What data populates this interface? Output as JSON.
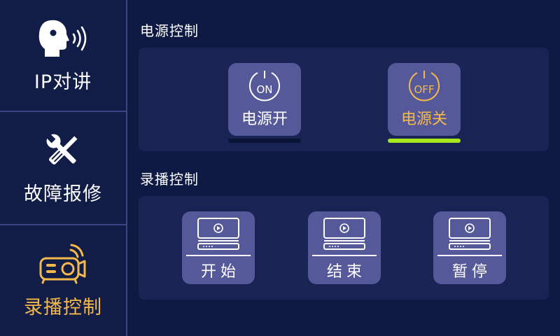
{
  "sidebar": {
    "items": [
      {
        "label": "IP对讲",
        "icon": "speaking-head-icon",
        "active": false
      },
      {
        "label": "故障报修",
        "icon": "repair-tools-icon",
        "active": false
      },
      {
        "label": "录播控制",
        "icon": "projector-icon",
        "active": true
      }
    ]
  },
  "power": {
    "title": "电源控制",
    "on": {
      "icon_text": "ON",
      "label": "电源开",
      "color": "#ffffff",
      "bar_color": "#0c1436"
    },
    "off": {
      "icon_text": "OFF",
      "label": "电源关",
      "color": "#f5b84a",
      "bar_color": "#a8e61d"
    }
  },
  "record": {
    "title": "录播控制",
    "buttons": [
      {
        "label": "开始",
        "icon": "recorder-icon"
      },
      {
        "label": "结束",
        "icon": "recorder-icon"
      },
      {
        "label": "暂停",
        "icon": "recorder-icon"
      }
    ]
  },
  "colors": {
    "background": "#0f1a44",
    "panel": "#1a2454",
    "button": "#55599a",
    "active": "#f5b84a",
    "indicator": "#a8e61d"
  }
}
